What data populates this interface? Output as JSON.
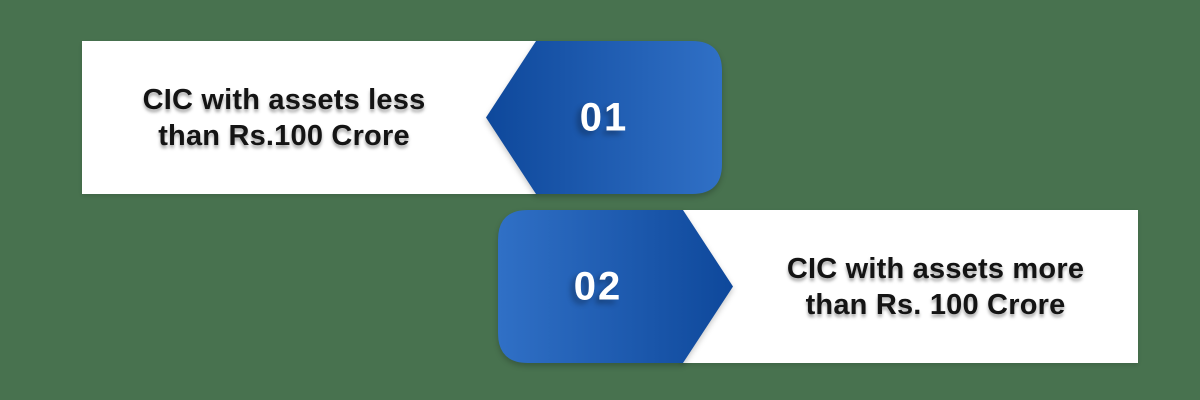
{
  "colors": {
    "background": "#48724F",
    "card_background": "#FFFFFF",
    "label_text": "#141414",
    "arrow_gradient_dark": "#0E489B",
    "arrow_gradient_light": "#3070C6",
    "number_text": "#FFFFFF"
  },
  "steps": [
    {
      "number": "01",
      "label": "CIC with assets less than Rs.100 Crore",
      "label_lines": [
        "CIC with assets less",
        "than Rs.100 Crore"
      ]
    },
    {
      "number": "02",
      "label": "CIC with assets more than Rs. 100 Crore",
      "label_lines": [
        "CIC with assets more",
        "than Rs. 100 Crore"
      ]
    }
  ]
}
